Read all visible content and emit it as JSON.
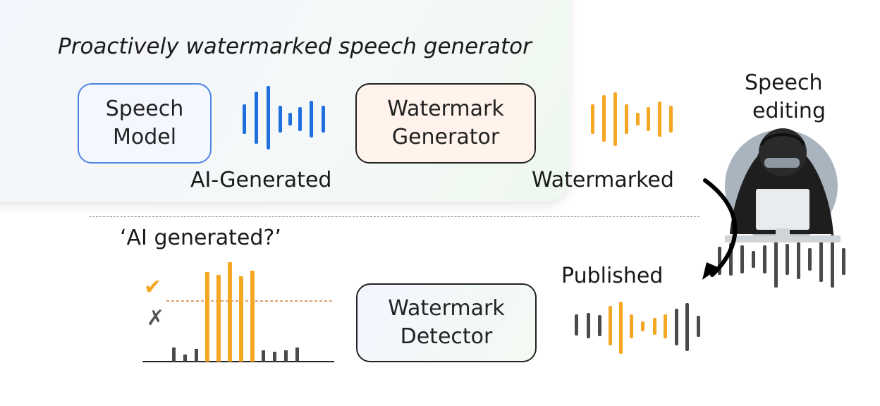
{
  "header": {
    "title": "Proactively watermarked speech generator"
  },
  "boxes": {
    "speech_model": {
      "line1": "Speech",
      "line2": "Model"
    },
    "watermark_generator": {
      "line1": "Watermark",
      "line2": "Generator"
    },
    "watermark_detector": {
      "line1": "Watermark",
      "line2": "Detector"
    }
  },
  "labels": {
    "ai_generated": "AI-Generated",
    "watermarked": "Watermarked",
    "speech_editing_1": "Speech",
    "speech_editing_2": "editing",
    "published": "Published",
    "question": "‘AI generated?’"
  },
  "marks": {
    "check": "✔",
    "cross": "✗"
  },
  "colors": {
    "blue": "#1f6fe0",
    "orange": "#f5a623",
    "gray": "#4a4a4a",
    "detector_line": "#d0803a"
  },
  "icons": [
    "hooded-hacker-icon",
    "curved-arrow-icon",
    "check-icon",
    "cross-icon"
  ]
}
